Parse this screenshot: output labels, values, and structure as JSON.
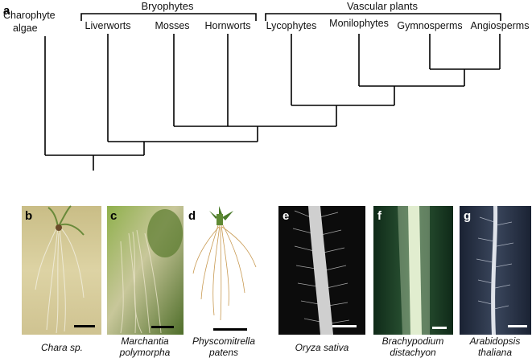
{
  "figure": {
    "panel_a_letter": "a",
    "groups": {
      "bryophytes": "Bryophytes",
      "vascular": "Vascular plants"
    },
    "taxa": {
      "charophyte_line1": "Charophyte",
      "charophyte_line2": "algae",
      "liverworts": "Liverworts",
      "mosses": "Mosses",
      "hornworts": "Hornworts",
      "lycophytes": "Lycophytes",
      "monilophytes": "Monilophytes",
      "gymnosperms": "Gymnosperms",
      "angiosperms": "Angiosperms"
    },
    "photos": [
      {
        "letter": "b",
        "caption_1": "Chara sp.",
        "caption_2": ""
      },
      {
        "letter": "c",
        "caption_1": "Marchantia",
        "caption_2": "polymorpha"
      },
      {
        "letter": "d",
        "caption_1": "Physcomitrella",
        "caption_2": "patens"
      },
      {
        "letter": "e",
        "caption_1": "Oryza sativa",
        "caption_2": ""
      },
      {
        "letter": "f",
        "caption_1": "Brachypodium",
        "caption_2": "distachyon"
      },
      {
        "letter": "g",
        "caption_1": "Arabidopsis",
        "caption_2": "thaliana"
      }
    ],
    "colors": {
      "tree": "#000000",
      "chara_bg": "#d8cc98",
      "marchantia_bg": "#6f8a3c",
      "physco_bg": "#ffffff",
      "oryza_bg": "#0c0c0c",
      "brachy_bg": "#16301e",
      "arabid_bg": "#1f2a3c"
    }
  }
}
